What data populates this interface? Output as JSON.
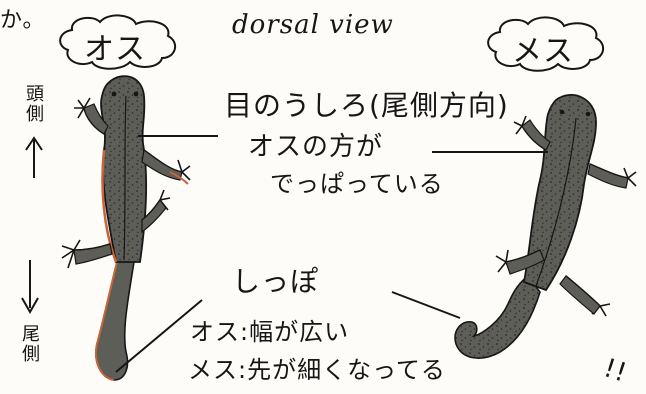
{
  "top_left_fragment": "か。",
  "view_title": "dorsal view",
  "male_label": "オス",
  "female_label": "メス",
  "head_side": "頭側",
  "tail_side": "尾側",
  "eye_heading": "目のうしろ(尾側方向)",
  "eye_male_line1": "オスの方が",
  "eye_male_line2": "でっぱっている",
  "tail_heading": "しっぽ",
  "tail_male": "オス:幅が広い",
  "tail_female": "メス:先が細くなってる",
  "corner_mark": "!!",
  "colors": {
    "body": "#5e5e58",
    "body_shadow": "#3a3a35",
    "accent_orange": "#c8643a",
    "ink": "#161616"
  }
}
